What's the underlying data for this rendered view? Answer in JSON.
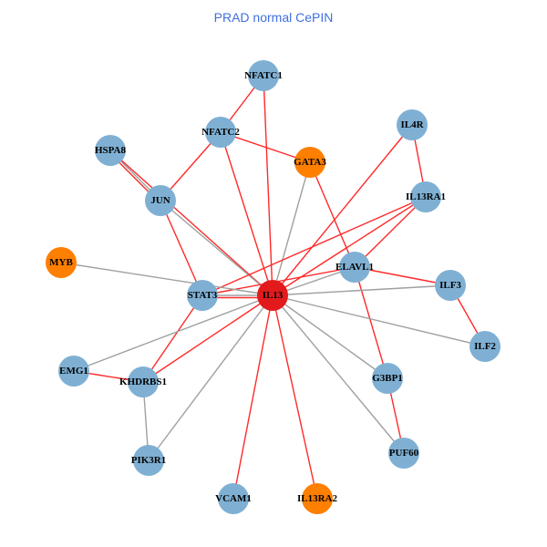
{
  "title": "PRAD normal CePIN",
  "colors": {
    "query": "#e31a1c",
    "protein": "#7fb0d4",
    "tf": "#ff7f00",
    "edge_red": "#ff2a2a",
    "edge_gray": "#a0a0a0"
  },
  "nodes": [
    {
      "id": "NFATC1",
      "type": "protein"
    },
    {
      "id": "NFATC2",
      "type": "protein"
    },
    {
      "id": "IL4R",
      "type": "protein"
    },
    {
      "id": "HSPA8",
      "type": "protein"
    },
    {
      "id": "GATA3",
      "type": "tf"
    },
    {
      "id": "JUN",
      "type": "protein"
    },
    {
      "id": "IL13RA1",
      "type": "protein"
    },
    {
      "id": "MYB",
      "type": "tf"
    },
    {
      "id": "ELAVL1",
      "type": "protein"
    },
    {
      "id": "ILF3",
      "type": "protein"
    },
    {
      "id": "STAT3",
      "type": "protein"
    },
    {
      "id": "IL13",
      "type": "query"
    },
    {
      "id": "ILF2",
      "type": "protein"
    },
    {
      "id": "EMG1",
      "type": "protein"
    },
    {
      "id": "KHDRBS1",
      "type": "protein"
    },
    {
      "id": "G3BP1",
      "type": "protein"
    },
    {
      "id": "PUF60",
      "type": "protein"
    },
    {
      "id": "PIK3R1",
      "type": "protein"
    },
    {
      "id": "VCAM1",
      "type": "protein"
    },
    {
      "id": "IL13RA2",
      "type": "tf"
    }
  ],
  "edges": [
    [
      "NFATC1",
      "NFATC2",
      "red"
    ],
    [
      "NFATC1",
      "IL13",
      "red"
    ],
    [
      "NFATC2",
      "GATA3",
      "red"
    ],
    [
      "NFATC2",
      "JUN",
      "red"
    ],
    [
      "NFATC2",
      "IL13",
      "red"
    ],
    [
      "HSPA8",
      "JUN",
      "gray"
    ],
    [
      "HSPA8",
      "JUN",
      "red"
    ],
    [
      "HSPA8",
      "IL13",
      "red"
    ],
    [
      "JUN",
      "IL13",
      "gray"
    ],
    [
      "JUN",
      "STAT3",
      "red"
    ],
    [
      "GATA3",
      "IL13",
      "gray"
    ],
    [
      "GATA3",
      "ELAVL1",
      "red"
    ],
    [
      "IL4R",
      "IL13RA1",
      "red"
    ],
    [
      "IL4R",
      "IL13",
      "red"
    ],
    [
      "IL13RA1",
      "IL13",
      "red"
    ],
    [
      "IL13RA1",
      "STAT3",
      "red"
    ],
    [
      "IL13RA1",
      "ELAVL1",
      "red"
    ],
    [
      "ELAVL1",
      "ILF3",
      "red"
    ],
    [
      "ELAVL1",
      "IL13",
      "gray"
    ],
    [
      "ELAVL1",
      "STAT3",
      "red"
    ],
    [
      "ELAVL1",
      "G3BP1",
      "red"
    ],
    [
      "ILF3",
      "IL13",
      "gray"
    ],
    [
      "ILF3",
      "ILF2",
      "red"
    ],
    [
      "ILF2",
      "IL13",
      "gray"
    ],
    [
      "STAT3",
      "IL13",
      "gray"
    ],
    [
      "STAT3",
      "IL13",
      "red"
    ],
    [
      "STAT3",
      "KHDRBS1",
      "red"
    ],
    [
      "MYB",
      "IL13",
      "gray"
    ],
    [
      "EMG1",
      "IL13",
      "gray"
    ],
    [
      "EMG1",
      "KHDRBS1",
      "red"
    ],
    [
      "KHDRBS1",
      "IL13",
      "red"
    ],
    [
      "KHDRBS1",
      "PIK3R1",
      "gray"
    ],
    [
      "PIK3R1",
      "IL13",
      "gray"
    ],
    [
      "VCAM1",
      "IL13",
      "red"
    ],
    [
      "IL13RA2",
      "IL13",
      "red"
    ],
    [
      "G3BP1",
      "IL13",
      "gray"
    ],
    [
      "G3BP1",
      "PUF60",
      "red"
    ],
    [
      "PUF60",
      "IL13",
      "gray"
    ]
  ]
}
